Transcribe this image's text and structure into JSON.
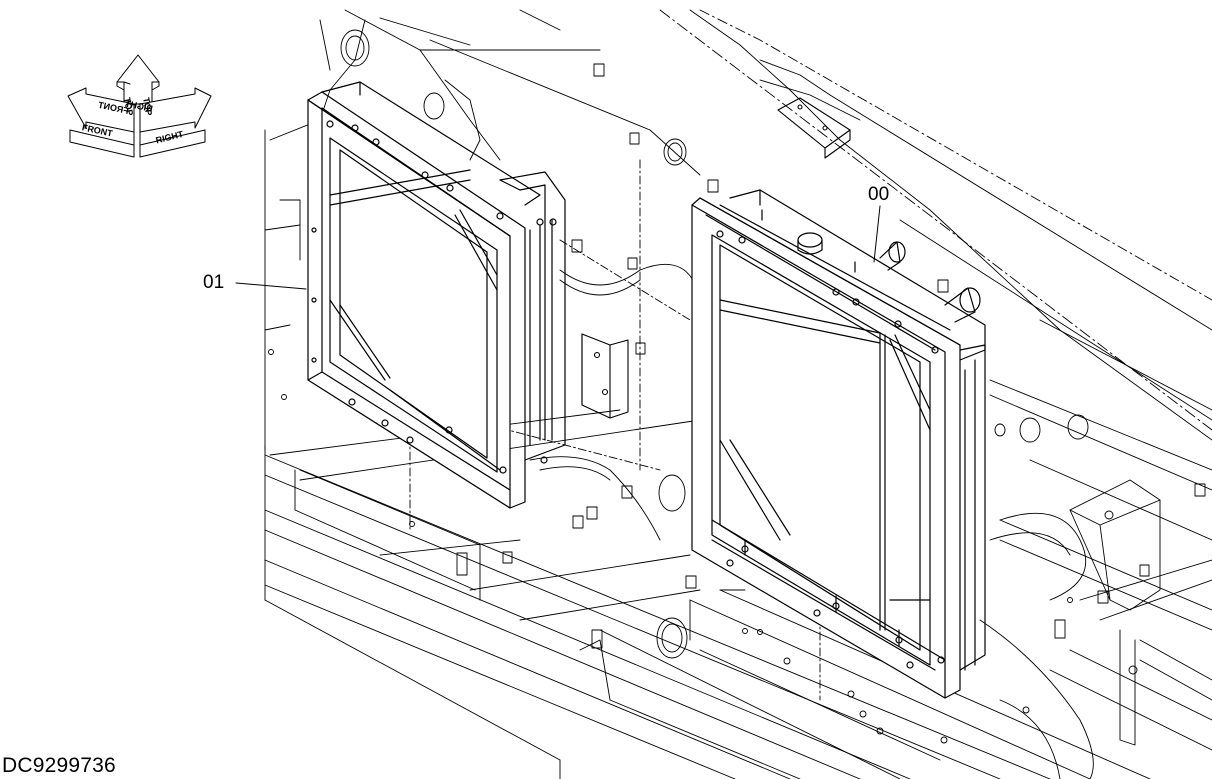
{
  "callouts": {
    "part_00": "00",
    "part_01": "01"
  },
  "orientation": {
    "front": "FRONT",
    "top": "TOP",
    "right": "RIGHT"
  },
  "document_id": "DC9299736",
  "colors": {
    "line": "#000000",
    "background": "#ffffff"
  }
}
